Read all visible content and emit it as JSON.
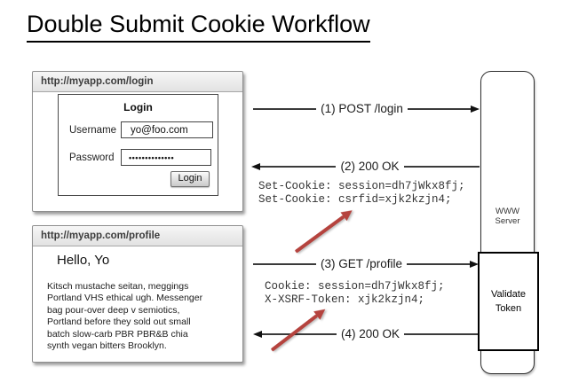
{
  "title": "Double Submit Cookie Workflow",
  "login_window": {
    "url": "http://myapp.com/login",
    "form_title": "Login",
    "username_label": "Username",
    "username_value": "yo@foo.com",
    "password_label": "Password",
    "password_value": "••••••••••••••",
    "submit_label": "Login"
  },
  "profile_window": {
    "url": "http://myapp.com/profile",
    "greeting": "Hello, Yo",
    "body_text": "Kitsch mustache seitan, meggings\nPortland VHS ethical ugh. Messenger\nbag pour-over deep v semiotics,\nPortland before they sold out small\nbatch slow-carb PBR PBR&B chia\nsynth vegan bitters Brooklyn."
  },
  "messages": [
    {
      "label": "(1) POST /login",
      "direction": "right"
    },
    {
      "label": "(2) 200 OK",
      "direction": "left"
    },
    {
      "label": "(3) GET /profile",
      "direction": "right"
    },
    {
      "label": "(4) 200 OK",
      "direction": "left"
    }
  ],
  "headers": {
    "response_login": [
      "Set-Cookie: session=dh7jWkx8fj;",
      "Set-Cookie: csrfid=xjk2kzjn4;"
    ],
    "request_profile": [
      "Cookie: session=dh7jWkx8fj;",
      "X-XSRF-Token: xjk2kzjn4;"
    ]
  },
  "server": {
    "label": "WWW\nServer",
    "validate_label": "Validate\nToken"
  },
  "colors": {
    "red_arrow": "#b5433e",
    "line": "#3a3a3a"
  }
}
